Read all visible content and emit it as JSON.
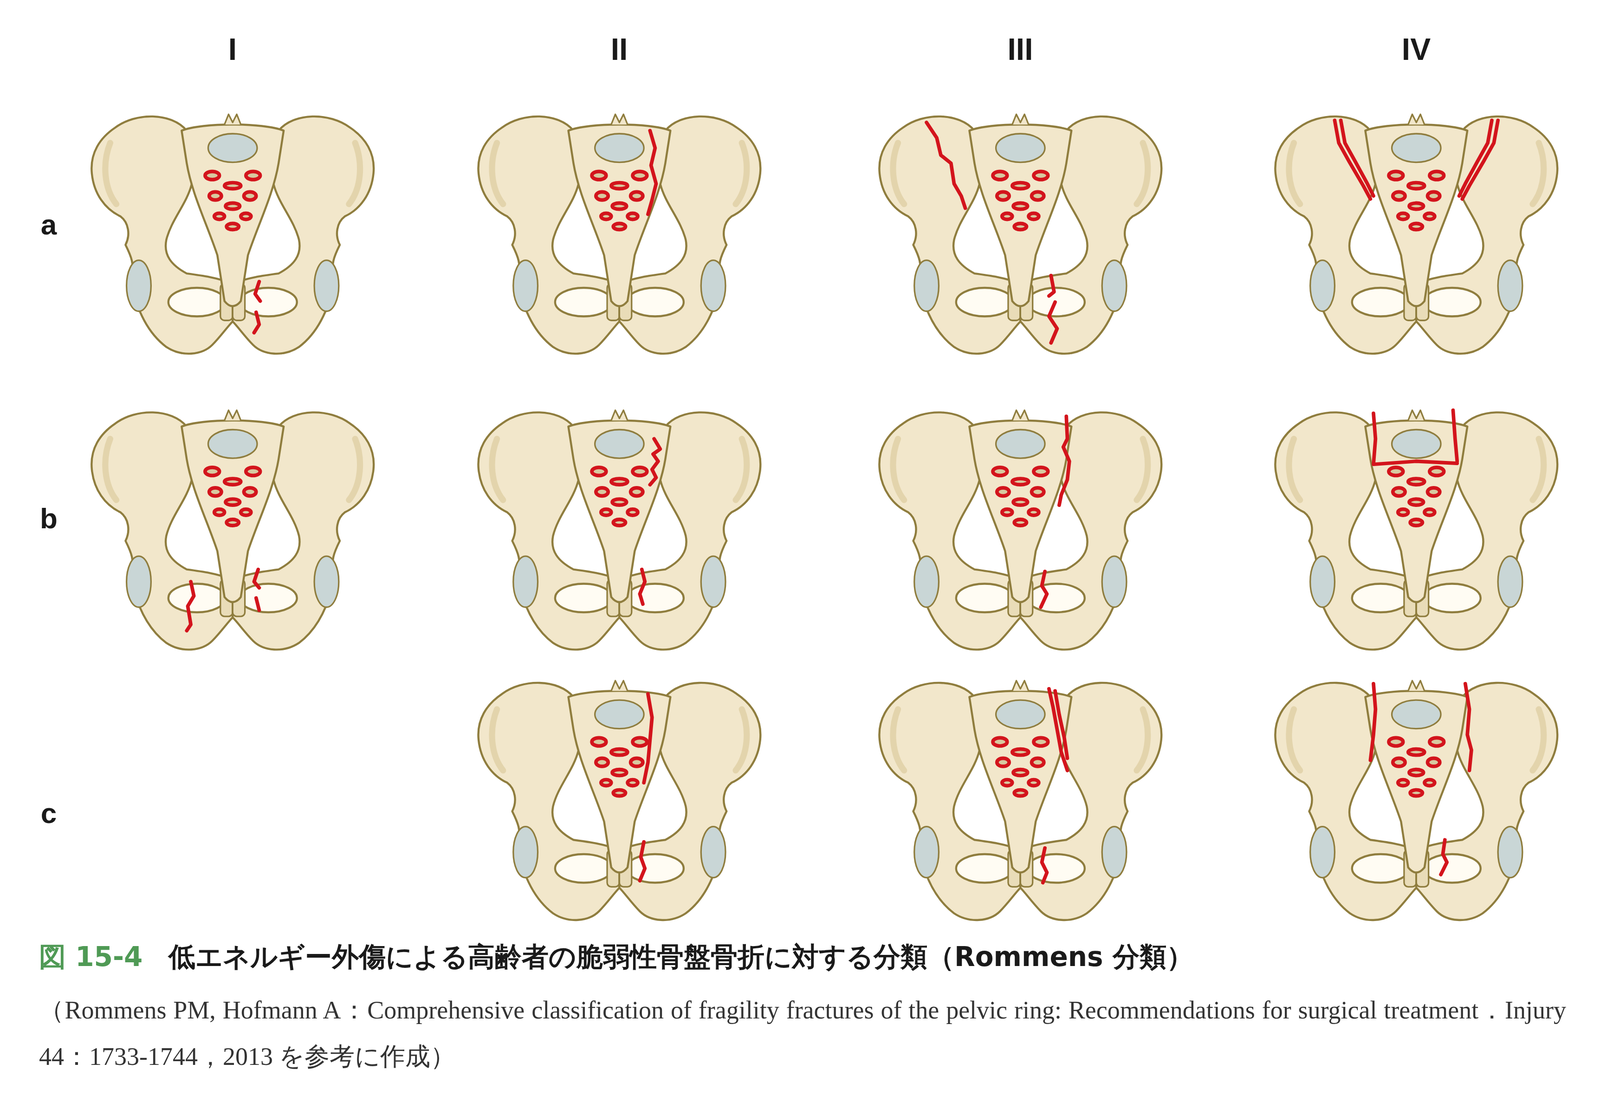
{
  "diagram": {
    "caption": "低エネルギー外傷による高齢者の脆弱性骨盤骨折に対する分類（Rommens 分類）",
    "labels": [
      "I",
      "II",
      "III",
      "IV",
      "a",
      "b",
      "c",
      "図 15-4",
      "（Rommens PM, Hofmann A：Comprehensive classification of fragility fractures of the pelvic ring: Recommendations for surgical treatment．Injury 44：1733-1744，2013 を参考に作成）"
    ]
  }
}
